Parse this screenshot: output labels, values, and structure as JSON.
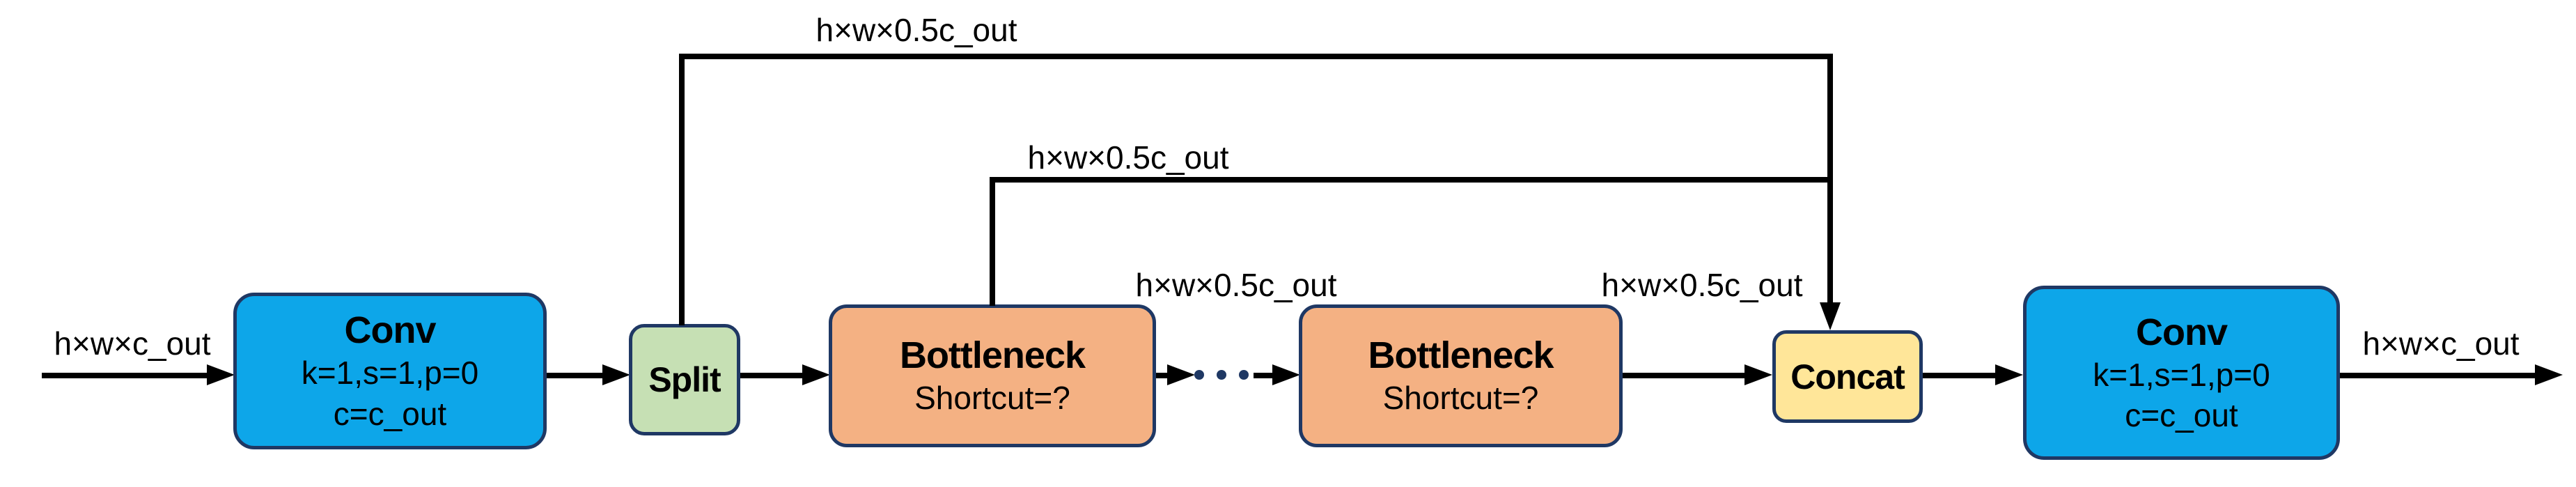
{
  "diagram": {
    "flow_labels": {
      "input": "h×w×c_out",
      "after_b1": "h×w×0.5c_out",
      "after_b2": "h×w×0.5c_out",
      "output": "h×w×c_out"
    },
    "skip_labels": {
      "top": "h×w×0.5c_out",
      "mid": "h×w×0.5c_out"
    },
    "nodes": {
      "conv1": {
        "title": "Conv",
        "param1": "k=1,s=1,p=0",
        "param2": "c=c_out"
      },
      "split": {
        "title": "Split"
      },
      "bottleneck1": {
        "title": "Bottleneck",
        "subtitle": "Shortcut=?"
      },
      "bottleneck2": {
        "title": "Bottleneck",
        "subtitle": "Shortcut=?"
      },
      "concat": {
        "title": "Concat"
      },
      "conv2": {
        "title": "Conv",
        "param1": "k=1,s=1,p=0",
        "param2": "c=c_out"
      }
    },
    "colors": {
      "conv-fill": "#0DA6E9",
      "split-fill": "#C6E0B4",
      "bottleneck-fill": "#F4B183",
      "concat-fill": "#FFE699",
      "border-navy": "#1F3864",
      "line-black": "#000000"
    }
  }
}
